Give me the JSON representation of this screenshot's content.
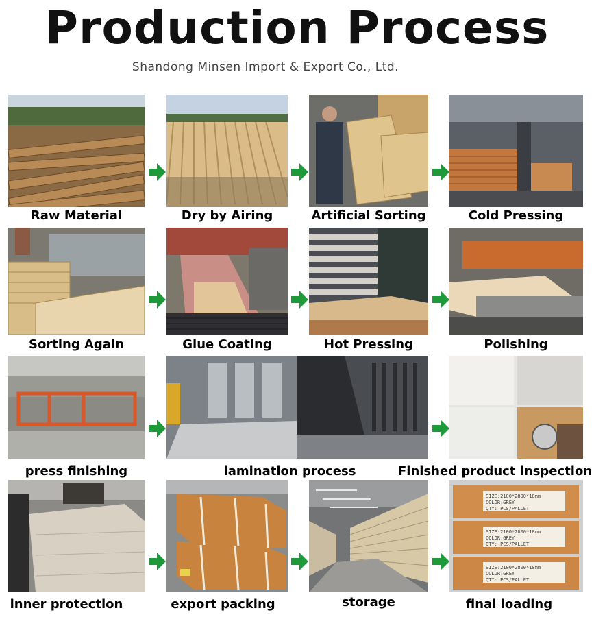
{
  "header": {
    "title": "Production Process",
    "company": "Shandong Minsen Import & Export Co., Ltd."
  },
  "steps": [
    {
      "label": "Raw Material"
    },
    {
      "label": "Dry by Airing"
    },
    {
      "label": "Artificial Sorting"
    },
    {
      "label": "Cold Pressing"
    },
    {
      "label": "Sorting Again"
    },
    {
      "label": "Glue Coating"
    },
    {
      "label": "Hot Pressing"
    },
    {
      "label": "Polishing"
    },
    {
      "label": "press finishing"
    },
    {
      "label": "lamination process"
    },
    {
      "label": "Finished product inspection"
    },
    {
      "label": "inner protection"
    },
    {
      "label": "export packing"
    },
    {
      "label": "storage"
    },
    {
      "label": "final loading"
    }
  ],
  "box_text": {
    "line1": "SIZE:2100*2800*18mm",
    "line2": "COLOR:GREY",
    "line3": "QTY: PCS/PALLET"
  },
  "colors": {
    "arrow": "#1f9a3a",
    "title": "#111111"
  },
  "icons": {
    "step_arrow": "right-arrow-icon"
  }
}
